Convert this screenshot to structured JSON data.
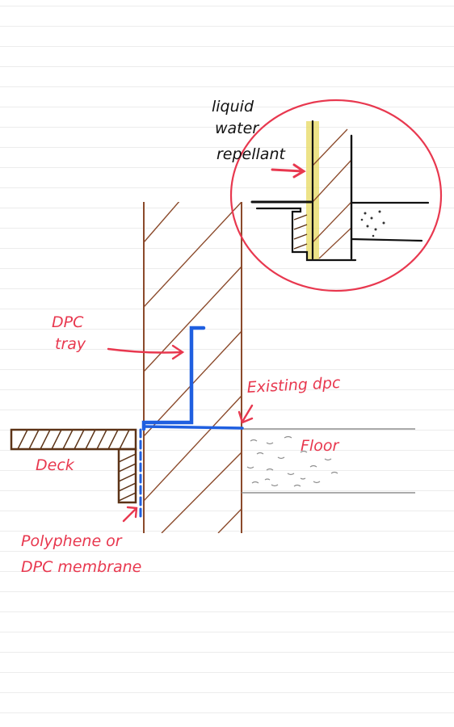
{
  "labels": {
    "liquid_water_repellant": [
      "liquid",
      "water",
      "repellant"
    ],
    "dpc_tray": [
      "DPC",
      "tray"
    ],
    "existing_dpc": "Existing dpc",
    "floor": "Floor",
    "deck": "Deck",
    "membrane": [
      "Polyphene or",
      "DPC membrane"
    ]
  },
  "colors": {
    "annotation": "#e8384f",
    "brick": "#8b4a2b",
    "deck_wood": "#5c3317",
    "dpc_blue": "#1f5fe0",
    "floor_grey": "#8f8f8f",
    "ink": "#111111",
    "highlight": "#e9dc6a"
  }
}
